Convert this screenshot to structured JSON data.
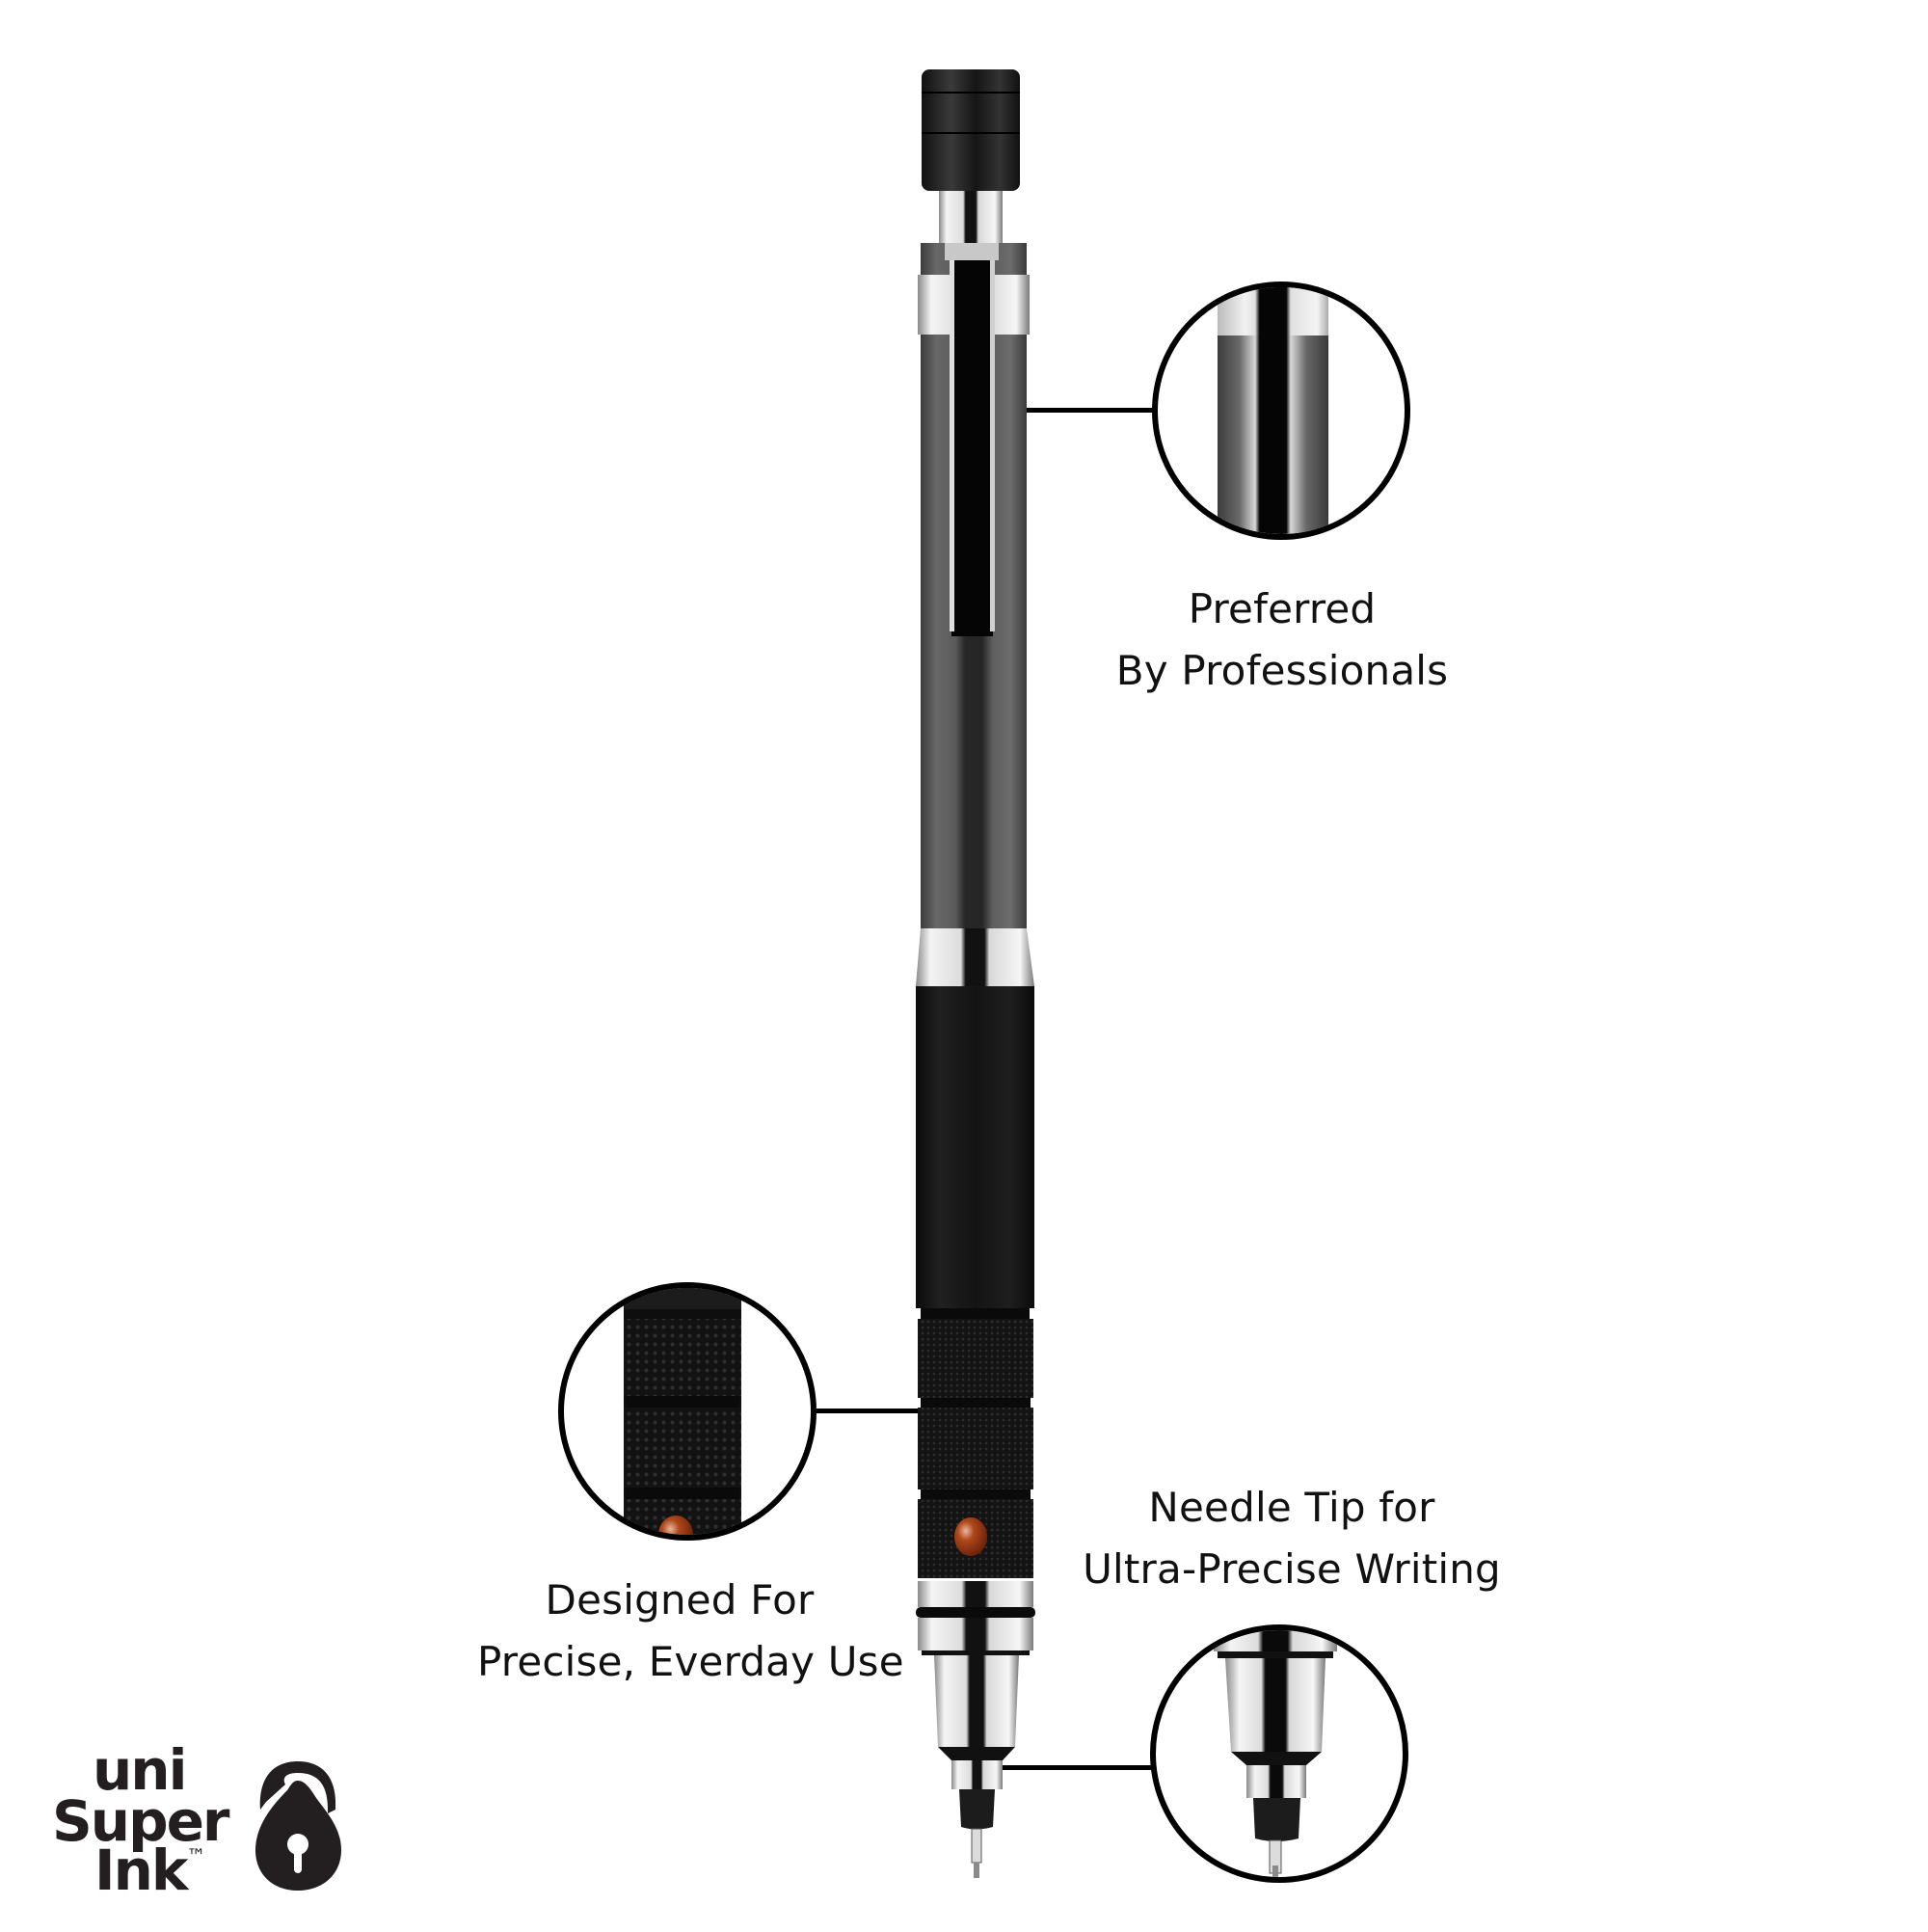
{
  "product": {
    "name": "mechanical pencil",
    "colors": {
      "background": "#ffffff",
      "body_grey": "#5e5e5e",
      "body_dark_stripe": "#1c1c1c",
      "grip_black": "#141414",
      "chrome_light": "#e8e8e8",
      "chrome_dark": "#1a1a1a",
      "indicator_brown": "#a0401a",
      "line_black": "#000000"
    }
  },
  "callouts": [
    {
      "id": "clip",
      "line1": "Preferred",
      "line2": "By Professionals"
    },
    {
      "id": "grip",
      "line1": "Designed For",
      "line2": "Precise, Everday Use"
    },
    {
      "id": "tip",
      "line1": "Needle Tip for",
      "line2": "Ultra-Precise Writing"
    }
  ],
  "logo": {
    "line1": "uni",
    "line2": "Super",
    "line3": "Ink",
    "trademark": "™",
    "icon": "padlock-ink-drop-icon"
  }
}
